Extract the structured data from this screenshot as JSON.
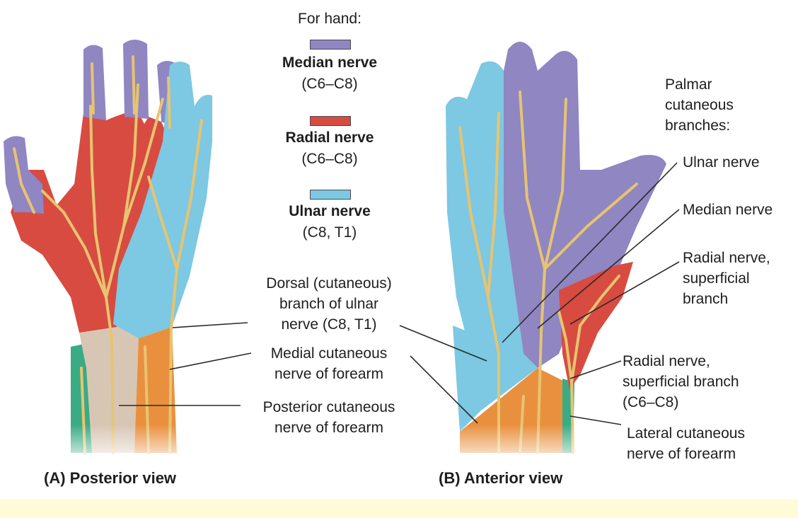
{
  "colors": {
    "median": "#8f86c2",
    "radial": "#d84b41",
    "ulnar": "#7dc8e2",
    "orange": "#e9903e",
    "green": "#3aab84",
    "tan": "#d8c6b4",
    "nerve": "#e6c471",
    "band": "#fffbd9"
  },
  "legend": {
    "heading": "For hand:",
    "items": [
      {
        "name": "Median nerve",
        "range": "(C6–C8)"
      },
      {
        "name": "Radial nerve",
        "range": "(C6–C8)"
      },
      {
        "name": "Ulnar nerve",
        "range": "(C8, T1)"
      }
    ]
  },
  "panelA": {
    "caption": "(A) Posterior view",
    "labels": {
      "dorsal": [
        "Dorsal (cutaneous)",
        "branch of ulnar",
        "nerve (C8, T1)"
      ],
      "medial": [
        "Medial cutaneous",
        "nerve of forearm"
      ],
      "posterior": [
        "Posterior cutaneous",
        "nerve of forearm"
      ]
    }
  },
  "panelB": {
    "caption": "(B) Anterior view",
    "labels": {
      "palmar": [
        "Palmar",
        "cutaneous",
        "branches:"
      ],
      "ulnar": "Ulnar nerve",
      "median": "Median nerve",
      "radial_sup": [
        "Radial nerve,",
        "superficial",
        "branch"
      ],
      "radial_sup2": [
        "Radial nerve,",
        "superficial branch",
        "(C6–C8)"
      ],
      "lateral": [
        "Lateral cutaneous",
        "nerve of forearm"
      ]
    }
  }
}
